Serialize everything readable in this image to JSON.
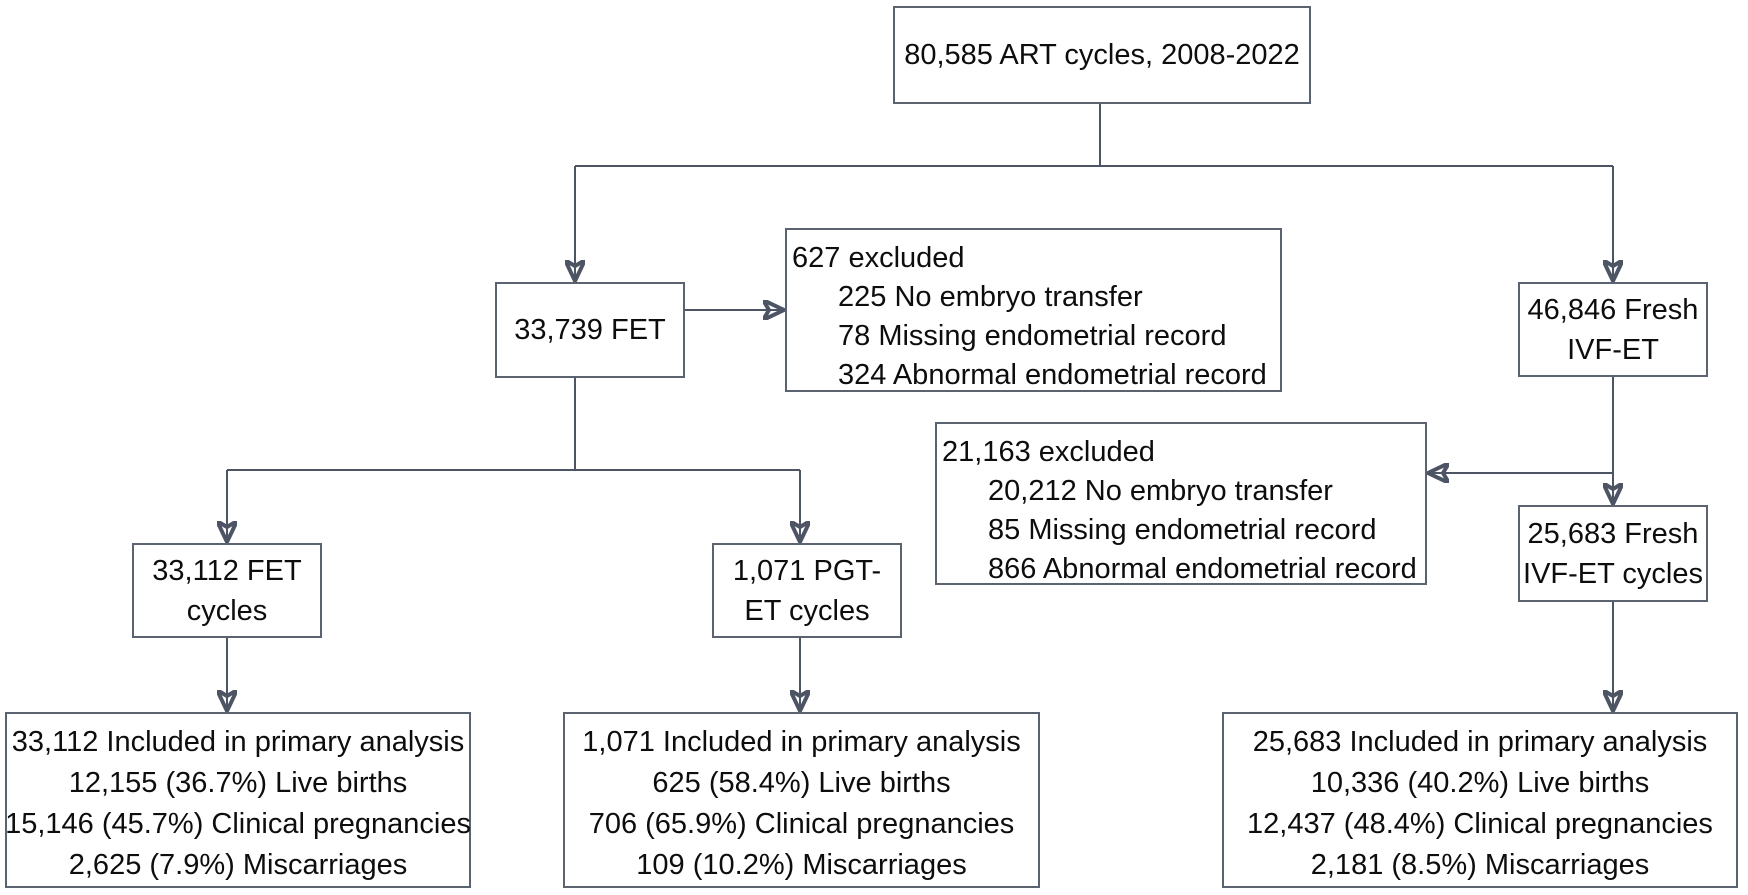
{
  "boxes": {
    "top": {
      "text": "80,585 ART cycles, 2008-2022"
    },
    "fet": {
      "text": "33,739 FET"
    },
    "excl_fet": {
      "lines": [
        "627 excluded",
        "225 No embryo transfer",
        "78 Missing endometrial record",
        "324 Abnormal endometrial record"
      ]
    },
    "fresh": {
      "lines": [
        "46,846 Fresh",
        "IVF-ET"
      ]
    },
    "excl_fresh": {
      "lines": [
        "21,163 excluded",
        "20,212 No embryo transfer",
        "85 Missing endometrial record",
        "866 Abnormal endometrial record"
      ]
    },
    "fet_cycles": {
      "lines": [
        "33,112 FET",
        "cycles"
      ]
    },
    "pgt_cycles": {
      "lines": [
        "1,071 PGT-",
        "ET cycles"
      ]
    },
    "fresh_cycles": {
      "lines": [
        "25,683 Fresh",
        "IVF-ET cycles"
      ]
    },
    "result_fet": {
      "lines": [
        "33,112 Included in primary analysis",
        "12,155 (36.7%) Live births",
        "15,146 (45.7%) Clinical pregnancies",
        "2,625 (7.9%) Miscarriages"
      ]
    },
    "result_pgt": {
      "lines": [
        "1,071 Included in primary analysis",
        "625 (58.4%) Live births",
        "706 (65.9%) Clinical pregnancies",
        "109 (10.2%) Miscarriages"
      ]
    },
    "result_fresh": {
      "lines": [
        "25,683 Included in primary analysis",
        "10,336 (40.2%) Live births",
        "12,437 (48.4%) Clinical pregnancies",
        "2,181 (8.5%) Miscarriages"
      ]
    }
  },
  "colors": {
    "border": "#5b6370",
    "line": "#4d5564",
    "arrow": "#1c2433",
    "text": "#0d0d0d",
    "background": "#ffffff"
  }
}
